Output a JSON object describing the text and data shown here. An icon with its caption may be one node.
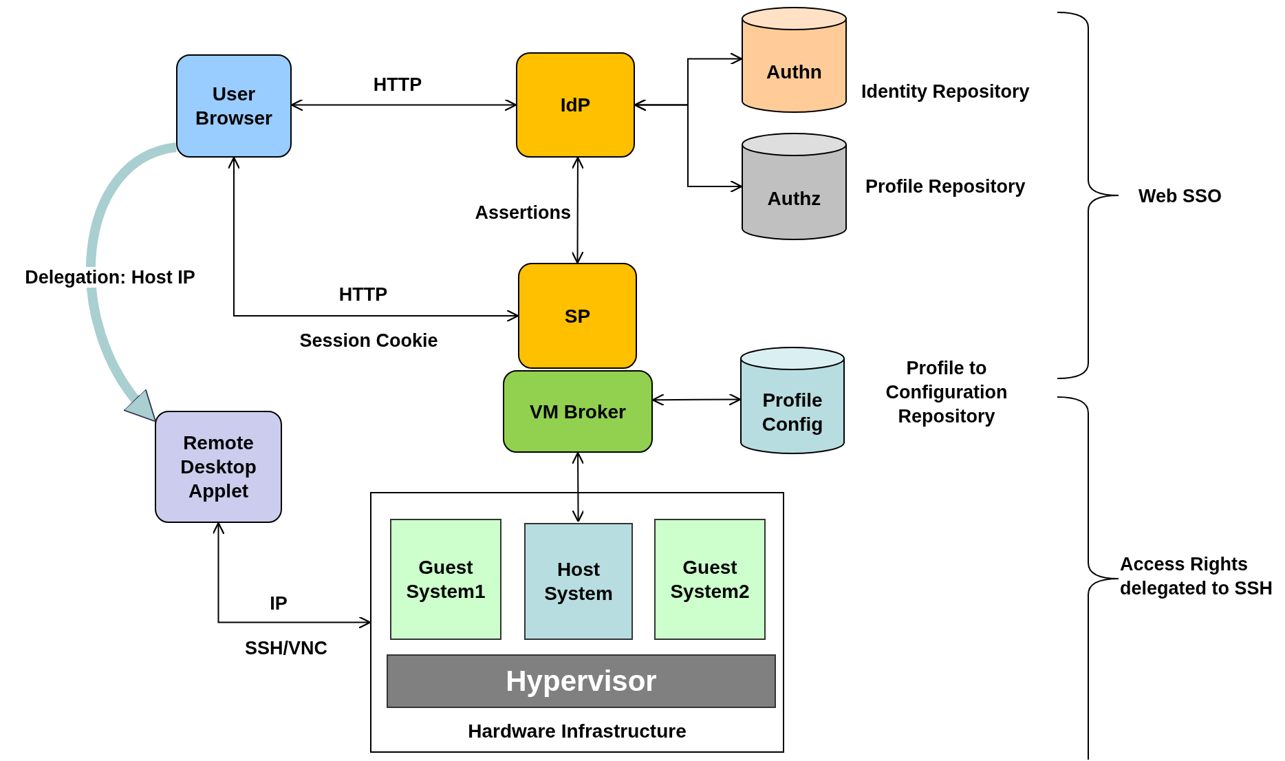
{
  "diagram": {
    "nodes": [
      {
        "text": [
          "User Browser"
        ]
      },
      {
        "text": [
          "IdP"
        ]
      },
      {
        "text": [
          "Authn"
        ],
        "beside": [
          "Identity Repository"
        ]
      },
      {
        "text": [
          "Authz"
        ],
        "beside": [
          "Profile Repository"
        ]
      },
      {
        "text": [
          "SP"
        ]
      },
      {
        "text": [
          "VM Broker"
        ]
      },
      {
        "text": [
          "Profile Config"
        ],
        "beside": [
          "Profile to Configuration Repository"
        ]
      },
      {
        "text": [
          "Remote Desktop Applet"
        ]
      },
      {
        "text": [
          "Hardware Infrastructure"
        ]
      },
      {
        "text": [
          "Guest System1"
        ],
        "in": 8
      },
      {
        "text": [
          "Host System"
        ],
        "in": 8
      },
      {
        "text": [
          "Guest System2"
        ],
        "in": 8
      },
      {
        "text": [
          "Hypervisor"
        ],
        "in": 8
      }
    ],
    "edges": [
      {
        "from": 0,
        "to": 1,
        "arrow": "both",
        "label": "HTTP"
      },
      {
        "from": 1,
        "to": 2,
        "arrow": "both"
      },
      {
        "from": 1,
        "to": 3,
        "arrow": "both"
      },
      {
        "from": 1,
        "to": 4,
        "arrow": "both",
        "label": "Assertions"
      },
      {
        "from": 0,
        "to": 4,
        "arrow": "both",
        "label": "HTTP"
      },
      {
        "from": 5,
        "to": 6,
        "arrow": "both"
      },
      {
        "from": 5,
        "to": 10,
        "arrow": "both"
      },
      {
        "from": 7,
        "to": 8,
        "arrow": "both",
        "label": "IP"
      },
      {
        "from": 0,
        "to": 7,
        "arrow": "to",
        "label": "Delegation: Host IP",
        "style": "thick",
        "color": "#a9cfd0"
      }
    ],
    "labels": [
      "Session Cookie",
      "SSH/VNC",
      "Web SSO",
      "Access Rights delegated to SSH"
    ]
  }
}
